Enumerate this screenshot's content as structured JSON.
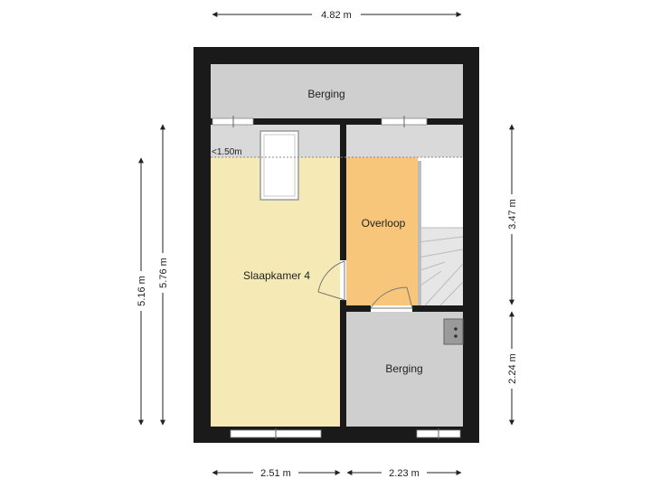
{
  "rooms": {
    "berging_top": "Berging",
    "slaapkamer": "Slaapkamer 4",
    "overloop": "Overloop",
    "berging_bottom": "Berging"
  },
  "annotations": {
    "height_note": "<1.50m"
  },
  "dimensions": {
    "top_width": "4.82 m",
    "bottom_left": "2.51 m",
    "bottom_right": "2.23 m",
    "left_outer": "5.16 m",
    "left_inner": "5.76 m",
    "right_upper": "3.47 m",
    "right_lower": "2.24 m"
  },
  "colors": {
    "wall": "#1a1a1a",
    "storage": "#cfcfcf",
    "bedroom": "#f5eab6",
    "landing": "#f8c67a",
    "stairs": "#e6e6e6"
  }
}
